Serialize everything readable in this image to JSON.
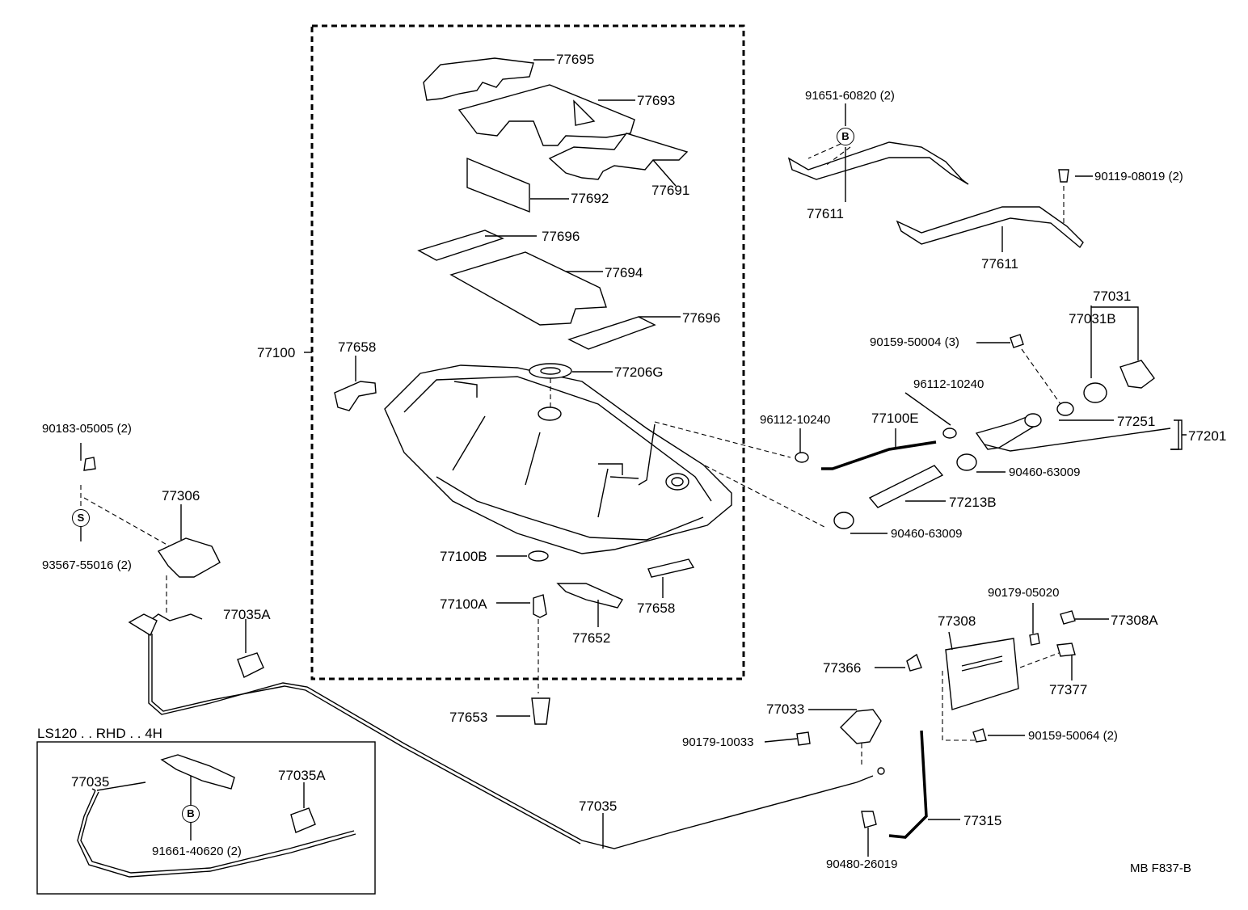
{
  "diagram": {
    "title": "",
    "figure_code": "MB  F837-B",
    "inset_caption": "LS120 . . RHD . . 4H",
    "circle_symbols": {
      "b": "B",
      "s": "S"
    },
    "parts": {
      "p77695": "77695",
      "p77693": "77693",
      "p77692": "77692",
      "p77691": "77691",
      "p77696a": "77696",
      "p77694": "77694",
      "p77696b": "77696",
      "p77658a": "77658",
      "p77206g": "77206G",
      "p77100": "77100",
      "p77100b": "77100B",
      "p77100a": "77100A",
      "p77652": "77652",
      "p77658b": "77658",
      "p77653": "77653",
      "p91651": "91651-60820 (2)",
      "p77611a": "77611",
      "p90119": "90119-08019 (2)",
      "p77611b": "77611",
      "p77031": "77031",
      "p77031b": "77031B",
      "p90159_50004": "90159-50004 (3)",
      "p96112a": "96112-10240",
      "p96112b": "96112-10240",
      "p77100e": "77100E",
      "p77251": "77251",
      "p77201": "77201",
      "p90460a": "90460-63009",
      "p77213b": "77213B",
      "p90460b": "90460-63009",
      "p90183": "90183-05005 (2)",
      "p77306": "77306",
      "p93567": "93567-55016 (2)",
      "p77035a_main": "77035A",
      "p90179_05020": "90179-05020",
      "p77308": "77308",
      "p77308a": "77308A",
      "p77366": "77366",
      "p77377": "77377",
      "p77033": "77033",
      "p90179_10033": "90179-10033",
      "p90159_50064": "90159-50064 (2)",
      "p77035_main": "77035",
      "p77315": "77315",
      "p90480": "90480-26019",
      "p77035_inset": "77035",
      "p77035a_inset": "77035A",
      "p91661": "91661-40620 (2)"
    }
  }
}
